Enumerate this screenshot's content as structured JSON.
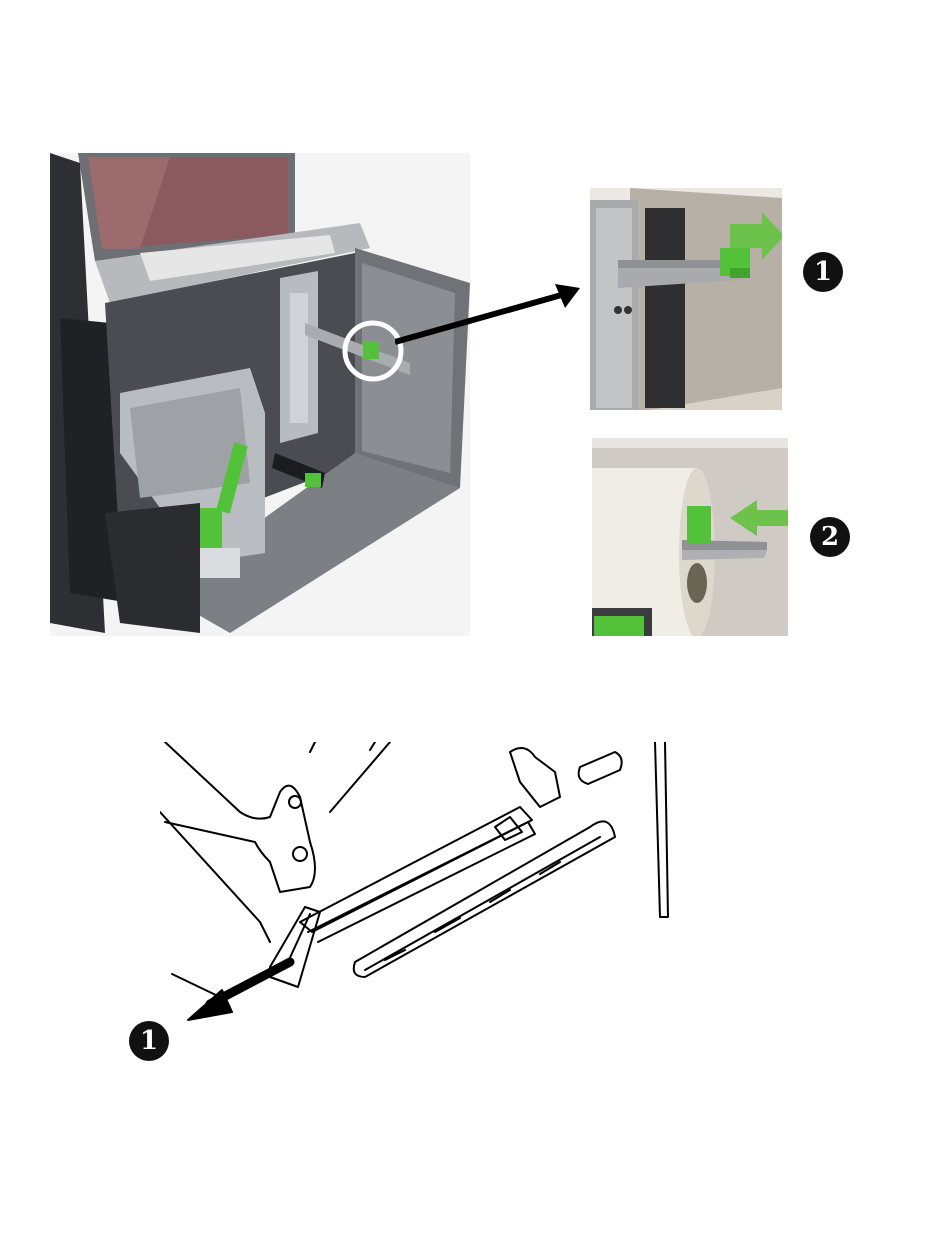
{
  "page": {
    "background": "#ffffff"
  },
  "figure_top": {
    "printer_photo": {
      "icon": "thermal-printer-open-photo",
      "highlight_color": "#ffffff"
    },
    "detail_photo_1": {
      "icon": "media-hanger-guide-photo",
      "step_label": "1",
      "arrow_color": "#6cc24a"
    },
    "detail_photo_2": {
      "icon": "media-roll-on-hanger-photo",
      "step_label": "2",
      "arrow_color": "#6cc24a"
    },
    "pointer_arrow_color": "#000000"
  },
  "figure_bottom": {
    "diagram": {
      "icon": "media-hanger-line-drawing"
    },
    "step_label": "1"
  },
  "colors": {
    "accent_green": "#53c23a",
    "badge": "#111111",
    "printer_dark": "#3d3f44",
    "printer_gray": "#8a8d92"
  }
}
